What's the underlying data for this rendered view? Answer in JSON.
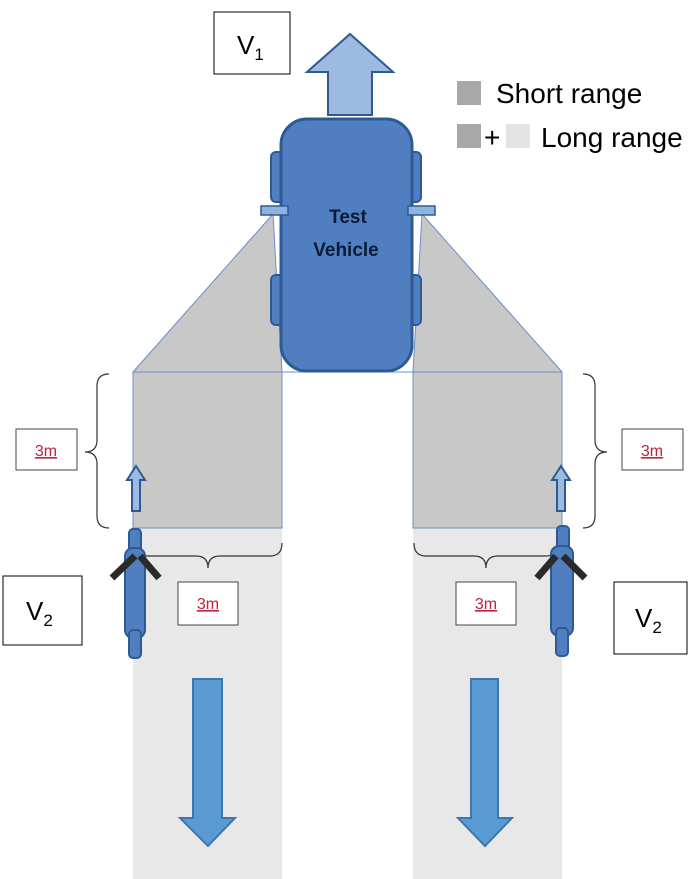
{
  "labels": {
    "v1_base": "V",
    "v1_sub": "1",
    "v2_base": "V",
    "v2_sub": "2"
  },
  "legend": {
    "short_range": "Short range",
    "plus": "+",
    "long_range": "Long range"
  },
  "vehicle": {
    "line1": "Test",
    "line2": "Vehicle"
  },
  "measurements": {
    "left_vertical": "3m",
    "right_vertical": "3m",
    "left_horizontal": "3m",
    "right_horizontal": "3m"
  },
  "colors": {
    "vehicle_fill": "#4f7fc1",
    "vehicle_stroke": "#2e5a94",
    "short_range_zone": "#c8c8c8",
    "long_range_zone": "#e8e8e8",
    "arrow_fill": "#5b9bd5",
    "v1_arrow_fill": "#9dbbe0",
    "measure_text": "#c0223b"
  }
}
